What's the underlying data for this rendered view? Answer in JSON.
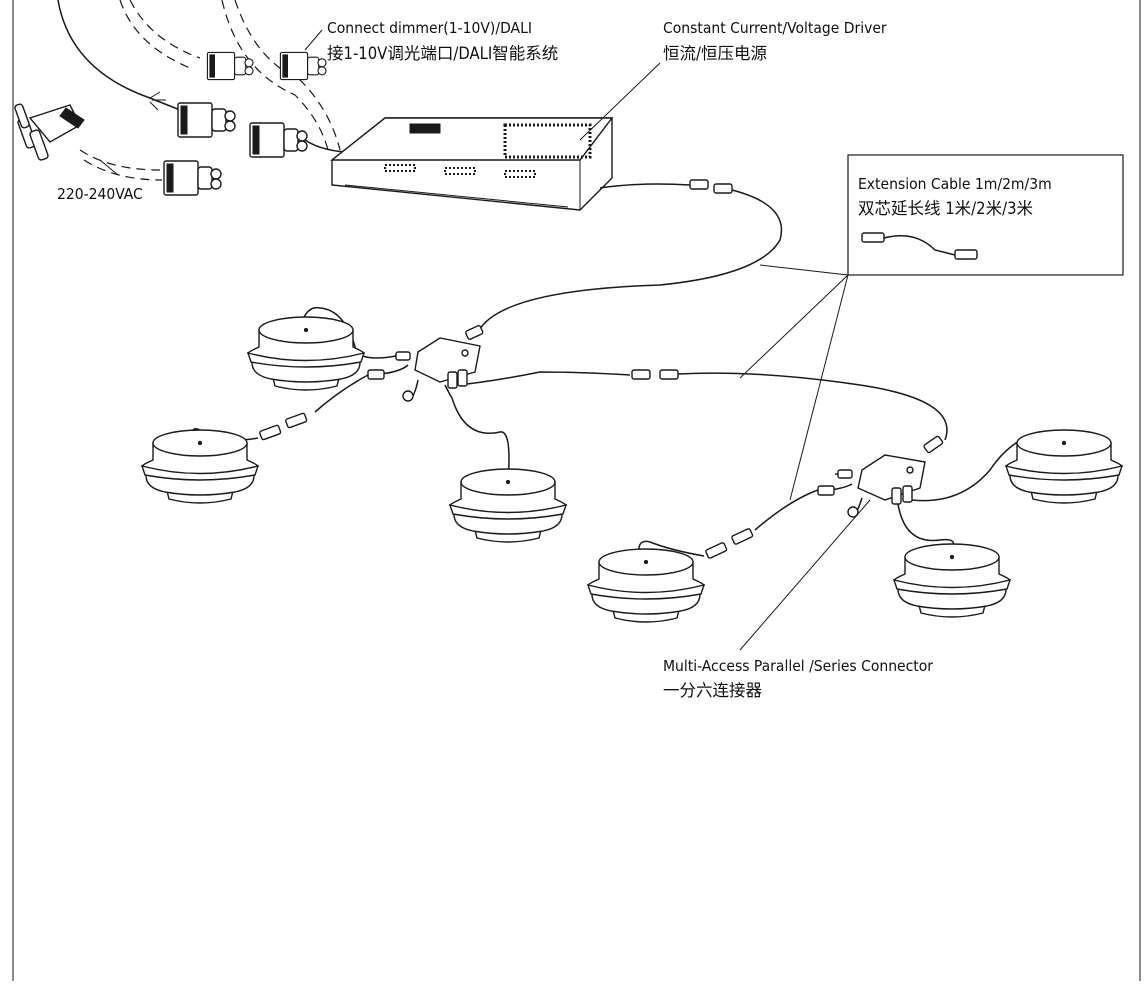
{
  "labels": {
    "dimmer_en": "Connect dimmer(1-10V)/DALI",
    "dimmer_cn": "接1-10V调光端口/DALI智能系统",
    "driver_en": "Constant Current/Voltage Driver",
    "driver_cn": "恒流/恒压电源",
    "mains": "220-240VAC",
    "extension_en": "Extension Cable  1m/2m/3m",
    "extension_cn": "双芯延长线 1米/2米/3米",
    "connector_en": "Multi-Access Parallel /Series Connector",
    "connector_cn": "一分六连接器"
  },
  "colors": {
    "line": "#1a1a1a",
    "background": "#ffffff"
  },
  "icons": {
    "driver": "power-driver-icon",
    "plug": "mains-plug-icon",
    "terminal": "terminal-connector-icon",
    "hub": "six-way-connector-icon",
    "lamp": "puck-light-icon"
  }
}
